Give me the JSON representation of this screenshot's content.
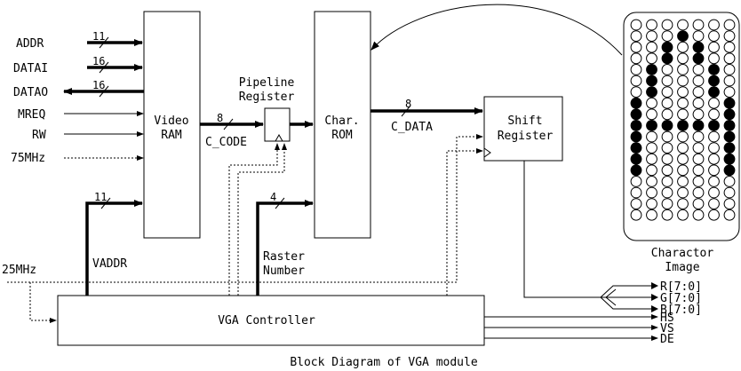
{
  "inputs": {
    "addr": "ADDR",
    "datai": "DATAI",
    "datao": "DATAO",
    "mreq": "MREQ",
    "rw": "RW",
    "clk75": "75MHz",
    "clk25": "25MHz"
  },
  "bus_widths": {
    "addr": "11",
    "datai": "16",
    "datao": "16",
    "c_code": "8",
    "c_data": "8",
    "vaddr": "11",
    "raster": "4"
  },
  "blocks": {
    "video_ram": [
      "Video",
      "RAM"
    ],
    "pipeline": [
      "Pipeline",
      "Register"
    ],
    "char_rom": [
      "Char.",
      "ROM"
    ],
    "shift": [
      "Shift",
      "Register"
    ],
    "vga": "VGA Controller"
  },
  "signals": {
    "c_code": "C_CODE",
    "c_data": "C_DATA",
    "vaddr": "VADDR",
    "raster": [
      "Raster",
      "Number"
    ]
  },
  "outputs": {
    "r": "R[7:0]",
    "g": "G[7:0]",
    "b": "B[7:0]",
    "hs": "HS",
    "vs": "VS",
    "de": "DE"
  },
  "char_image": {
    "caption": [
      "Charactor",
      "Image"
    ],
    "rows": [
      "0000000",
      "0001000",
      "0010100",
      "0010100",
      "0100010",
      "0100010",
      "0100010",
      "1000001",
      "1000001",
      "1111111",
      "1000001",
      "1000001",
      "1000001",
      "1000001",
      "0000000",
      "0000000",
      "0000000",
      "0000000"
    ]
  },
  "caption": "Block Diagram of VGA module"
}
